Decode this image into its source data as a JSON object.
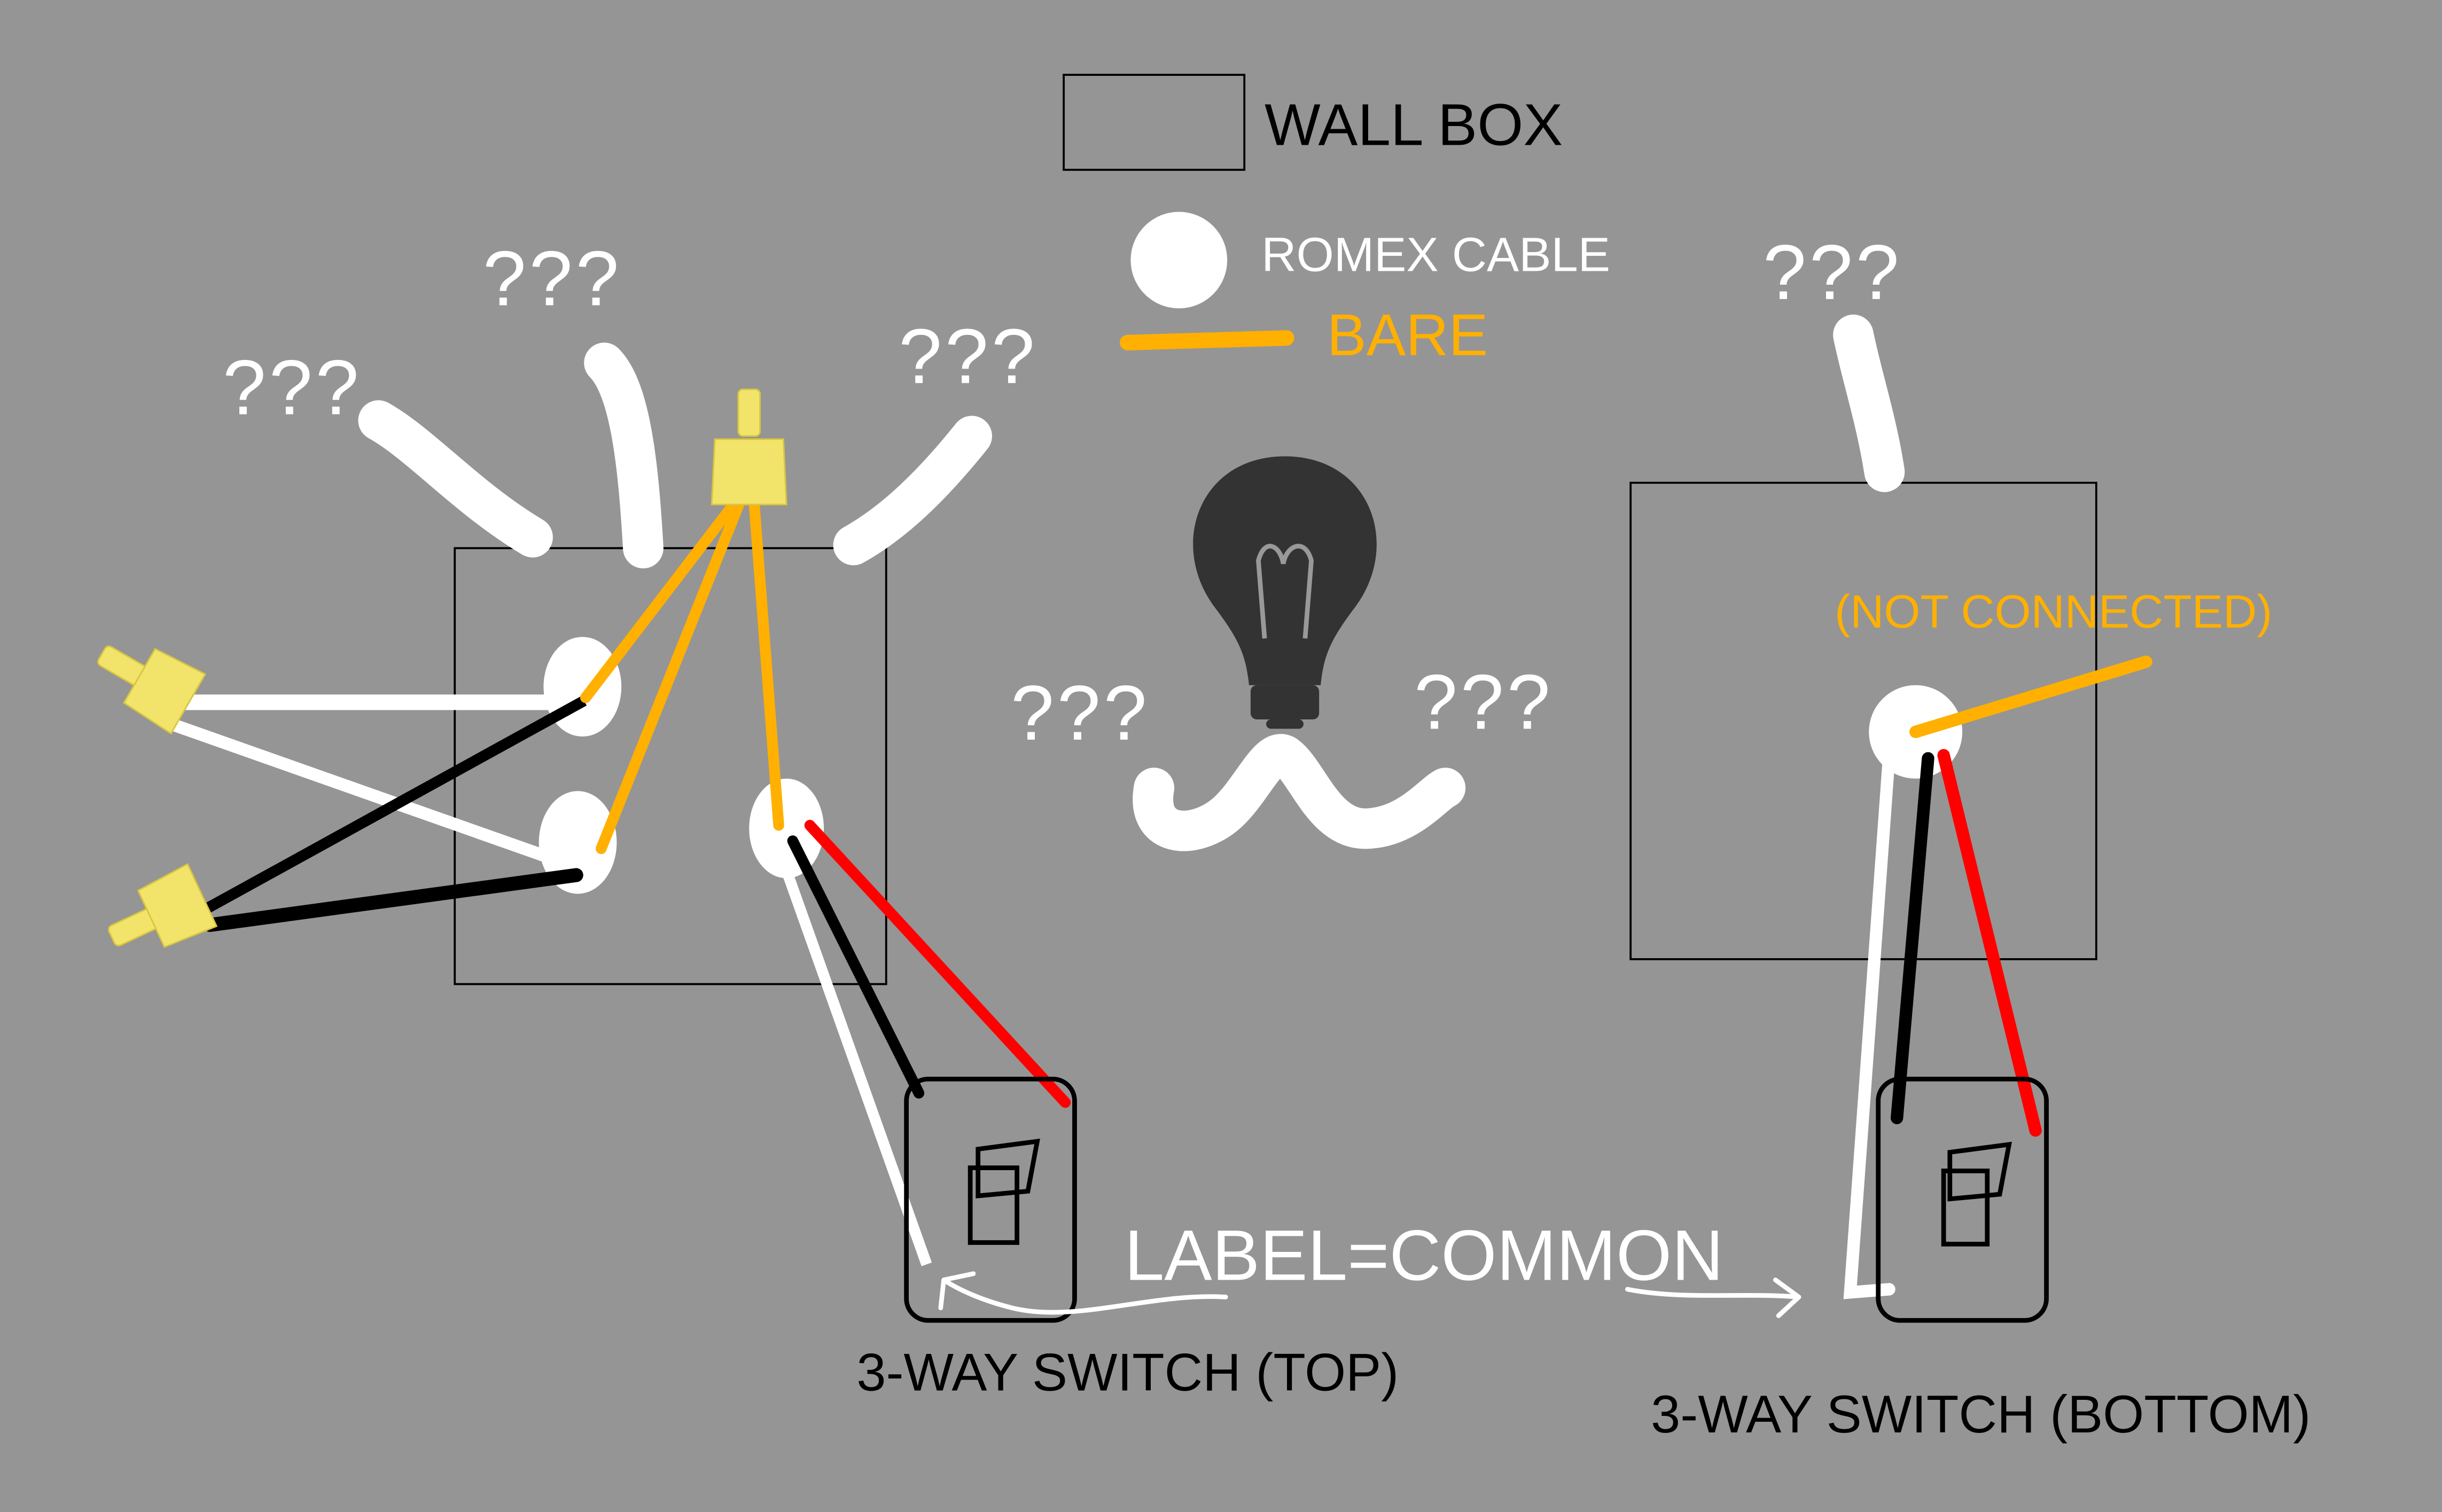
{
  "legend": {
    "wall_box": "WALL BOX",
    "romex_cable": "ROMEX CABLE",
    "bare": "BARE"
  },
  "unknown_label": "???",
  "not_connected": "(NOT CONNECTED)",
  "label_common": "LABEL=COMMON",
  "switch_top": "3-WAY SWITCH (TOP)",
  "switch_bottom": "3-WAY SWITCH (BOTTOM)",
  "colors": {
    "background": "#959595",
    "bare": "#ffb000",
    "hot": "#000000",
    "neutral": "#ffffff",
    "traveler": "#ff0000",
    "wire_nut": "#f2e46a"
  },
  "icons": [
    "light-bulb-icon",
    "toggle-switch-icon",
    "wire-nut-icon"
  ]
}
